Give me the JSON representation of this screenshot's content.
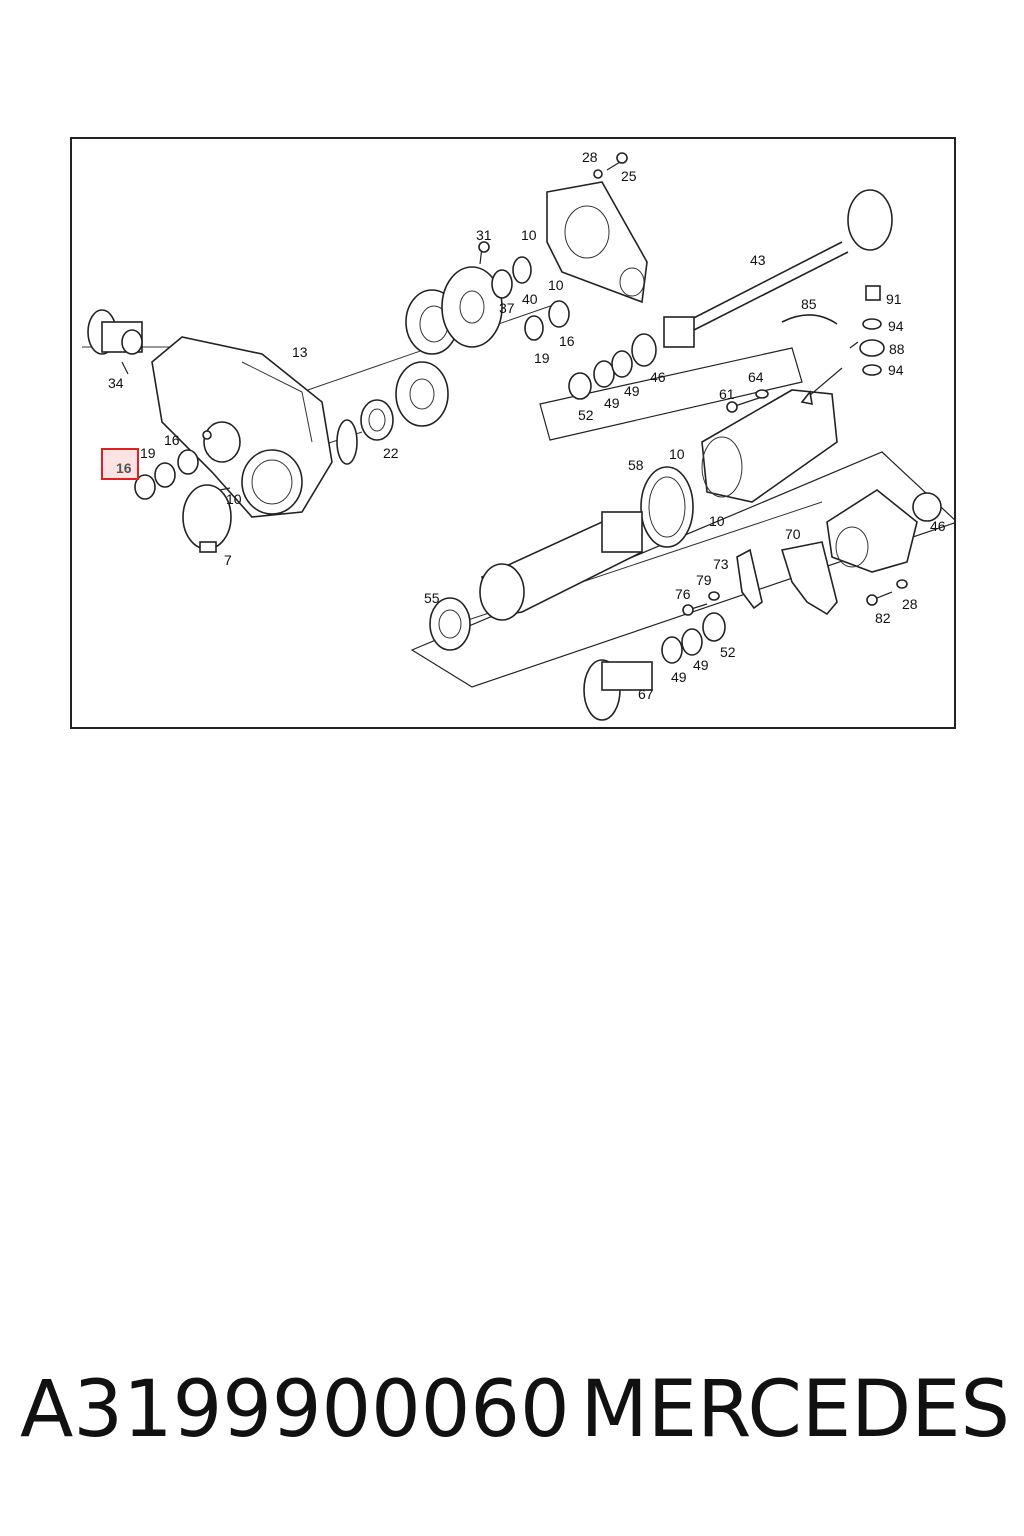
{
  "diagram": {
    "callouts": {
      "c28a": "28",
      "c25": "25",
      "c31": "31",
      "c10a": "10",
      "c10b": "10",
      "c37": "37",
      "c40": "40",
      "c16a": "16",
      "c19a": "19",
      "c43": "43",
      "c85": "85",
      "c91": "91",
      "c94a": "94",
      "c88": "88",
      "c94b": "94",
      "c13": "13",
      "c34": "34",
      "c46a": "46",
      "c49a": "49",
      "c49b": "49",
      "c52a": "52",
      "c61": "61",
      "c64": "64",
      "c22": "22",
      "c19b": "19",
      "c16b": "16",
      "c10c": "10",
      "c7": "7",
      "c58": "58",
      "c10d": "10",
      "c10e": "10",
      "c46b": "46",
      "c70": "70",
      "c73": "73",
      "c79": "79",
      "c76": "76",
      "c55": "55",
      "c28b": "28",
      "c82": "82",
      "c52b": "52",
      "c49c": "49",
      "c49d": "49",
      "c67": "67"
    },
    "highlight_label": "16"
  },
  "footer": {
    "part_number": "A3199900060",
    "brand": "MERCEDES"
  }
}
